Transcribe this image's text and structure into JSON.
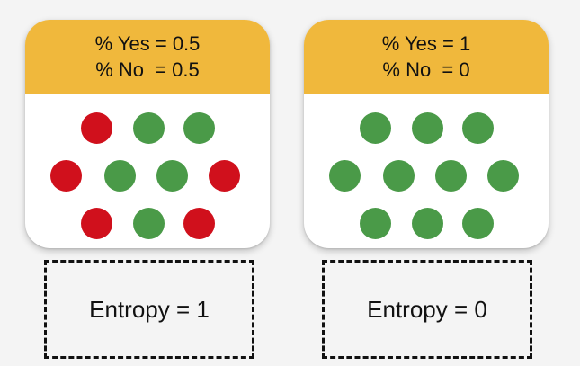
{
  "colors": {
    "header": "#f0b83c",
    "yes": "#4a9a48",
    "no": "#d0101c",
    "card": "#ffffff",
    "background": "#f4f4f4"
  },
  "panels": [
    {
      "yes_text": "% Yes = 0.5",
      "no_text": "% No  = 0.5",
      "dots": [
        "no",
        "yes",
        "yes",
        "no",
        "yes",
        "yes",
        "no",
        "no",
        "yes",
        "no"
      ],
      "entropy_text": "Entropy = 1"
    },
    {
      "yes_text": "% Yes = 1",
      "no_text": "% No  = 0",
      "dots": [
        "yes",
        "yes",
        "yes",
        "yes",
        "yes",
        "yes",
        "yes",
        "yes",
        "yes",
        "yes"
      ],
      "entropy_text": "Entropy = 0"
    }
  ]
}
